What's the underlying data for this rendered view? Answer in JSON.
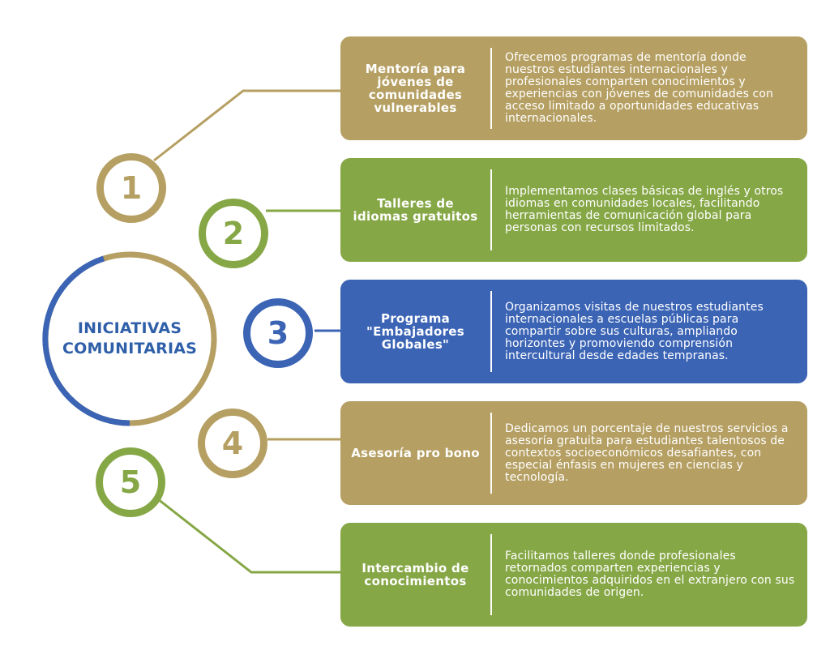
{
  "center": {
    "line1": "INICIATIVAS",
    "line2": "COMUNITARIAS"
  },
  "colors": {
    "gold": "#b59f62",
    "green": "#86a746",
    "blue": "#3b64b5"
  },
  "items": [
    {
      "number": "1",
      "color": "#b59f62",
      "label": "Mentoría para jóvenes de comunidades vulnerables",
      "description": "Ofrecemos programas de mentoría donde nuestros estudiantes internacionales y profesionales comparten conocimientos y experiencias con jóvenes de comunidades con acceso limitado a oportunidades educativas internacionales."
    },
    {
      "number": "2",
      "color": "#86a746",
      "label": "Talleres de idiomas gratuitos",
      "description": "Implementamos clases básicas de inglés y otros idiomas en comunidades locales, facilitando herramientas de comunicación global para personas con recursos limitados."
    },
    {
      "number": "3",
      "color": "#3b64b5",
      "label": "Programa \"Embajadores Globales\"",
      "description": "Organizamos visitas de nuestros estudiantes internacionales a escuelas públicas para compartir sobre sus culturas, ampliando horizontes y promoviendo comprensión intercultural desde edades tempranas."
    },
    {
      "number": "4",
      "color": "#b59f62",
      "label": "Asesoría pro bono",
      "description": "Dedicamos un porcentaje de nuestros servicios a asesoría gratuita para estudiantes talentosos de contextos socioeconómicos desafiantes, con especial énfasis en mujeres en ciencias y tecnología."
    },
    {
      "number": "5",
      "color": "#86a746",
      "label": "Intercambio de conocimientos",
      "description": "Facilitamos talleres donde profesionales retornados comparten experiencias y conocimientos adquiridos en el extranjero con sus comunidades de origen."
    }
  ]
}
